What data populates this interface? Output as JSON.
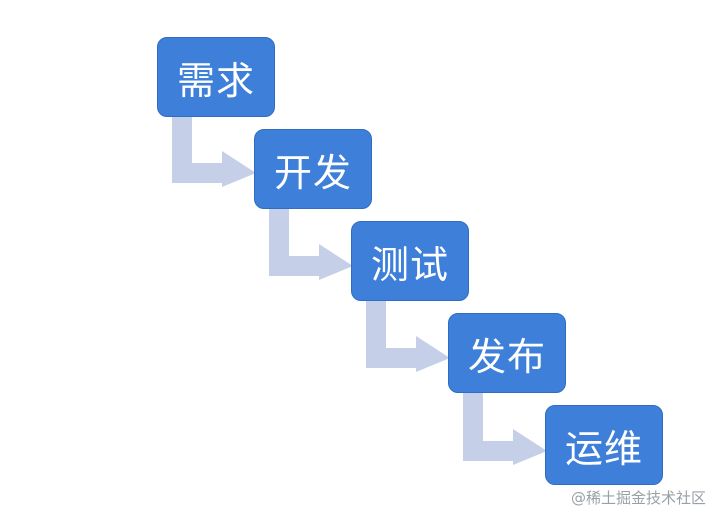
{
  "colors": {
    "box_fill": "#3d7fd9",
    "box_border": "#2f6dc4",
    "arrow_fill": "#c6cfe8"
  },
  "steps": [
    {
      "label": "需求"
    },
    {
      "label": "开发"
    },
    {
      "label": "测试"
    },
    {
      "label": "发布"
    },
    {
      "label": "运维"
    }
  ],
  "watermark": "@稀土掘金技术社区"
}
